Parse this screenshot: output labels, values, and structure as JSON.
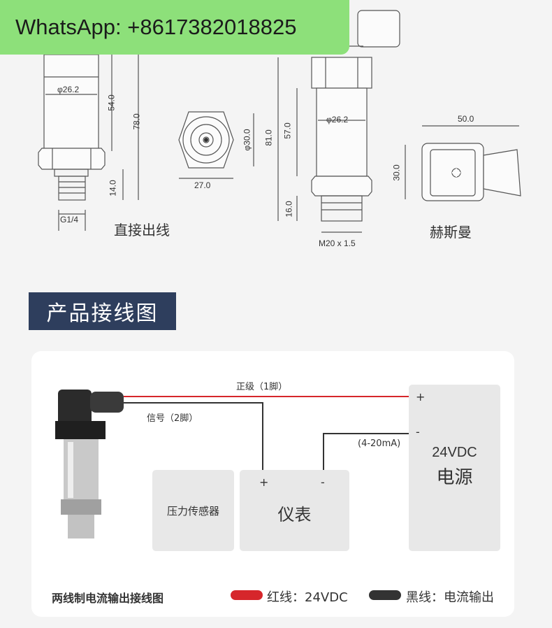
{
  "overlay": {
    "whatsapp": "WhatsApp: +8617382018825"
  },
  "drawings": {
    "direct": {
      "caption": "直接出线",
      "dia": "φ26.2",
      "len1": "54.0",
      "len2": "78.0",
      "thread_len": "14.0",
      "thread": "G1/4"
    },
    "hex": {
      "width": "27.0",
      "dia": "φ30.0"
    },
    "hirschmann": {
      "caption": "赫斯曼",
      "dia": "φ26.2",
      "len1": "57.0",
      "len2": "81.0",
      "thread_len": "16.0",
      "thread": "M20 x 1.5",
      "conn_width": "50.0",
      "conn_height": "30.0"
    }
  },
  "section": {
    "title": "产品接线图"
  },
  "wiring": {
    "pos_wire_label": "正级（1脚）",
    "signal_label": "信号（2脚）",
    "current_label": "(4-20mA)",
    "sensor_label": "压力传感器",
    "meter_label": "仪表",
    "meter_plus": "+",
    "meter_minus": "-",
    "psu_plus": "+",
    "psu_minus": "-",
    "psu_voltage": "24VDC",
    "psu_name": "电源",
    "footer_title": "两线制电流输出接线图",
    "legend_red": "红线：24VDC",
    "legend_black": "黑线：电流输出",
    "colors": {
      "red_wire": "#d6262b",
      "black_wire": "#333333"
    }
  }
}
